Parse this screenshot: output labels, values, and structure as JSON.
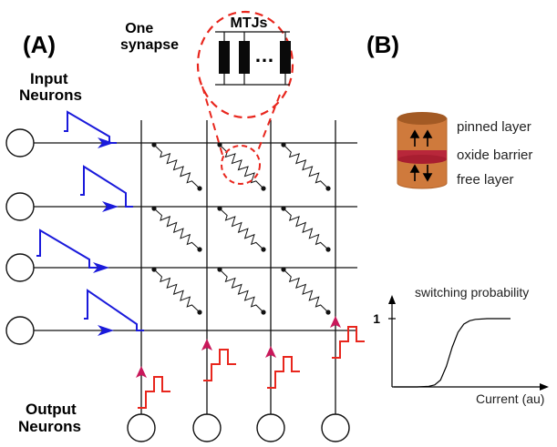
{
  "panel_a": {
    "label": "(A)",
    "synapse_label": "One synapse",
    "mtj_label": "MTJs",
    "mtj_dots": "…",
    "input_label": "Input Neurons",
    "output_label": "Output Neurons"
  },
  "panel_b": {
    "label": "(B)",
    "layers": {
      "pinned": "pinned layer",
      "oxide": "oxide barrier",
      "free": "free layer"
    },
    "plot": {
      "ylabel": "switching probability",
      "xlabel": "Current (au)",
      "ytick": "1"
    }
  },
  "colors": {
    "input_spike": "#1a1adb",
    "output_spike": "#e8261d",
    "output_arrow": "#c8185a",
    "zoom_outline": "#e8261d",
    "mtj_orange": "#cf7a3c",
    "mtj_top": "#a35a24",
    "mtj_barrier": "#b8273a"
  },
  "chart_data": {
    "type": "line",
    "ylabel": "switching probability",
    "xlabel": "Current (au)",
    "yticks": [
      "1"
    ],
    "ylim": [
      0,
      1.15
    ],
    "series": [
      {
        "x": [
          0,
          0.1,
          0.2,
          0.3,
          0.35,
          0.4,
          0.45,
          0.5,
          0.55,
          0.6,
          0.65,
          0.7,
          0.8,
          0.9,
          1.0
        ],
        "values": [
          0,
          0,
          0,
          0.01,
          0.03,
          0.1,
          0.3,
          0.58,
          0.8,
          0.92,
          0.97,
          0.99,
          1.0,
          1.0,
          1.0
        ]
      }
    ]
  }
}
